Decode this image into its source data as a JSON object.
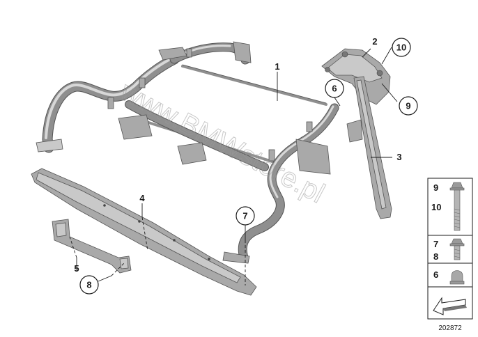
{
  "callouts": {
    "c1": "1",
    "c2": "2",
    "c3": "3",
    "c4": "4",
    "c5": "5",
    "c6": "6",
    "c7": "7",
    "c8": "8",
    "c9": "9",
    "c10": "10"
  },
  "legend": {
    "bolt_numbers": [
      "9",
      "10"
    ],
    "screw_numbers": [
      "7",
      "8"
    ],
    "nut_numbers": [
      "6"
    ]
  },
  "watermark": "www.BMWstore.pl",
  "diagram_id": "202872",
  "colors": {
    "part_grey": "#8f8f8f",
    "highlight": "#d8d8d8",
    "outline": "#1a1a1a"
  }
}
